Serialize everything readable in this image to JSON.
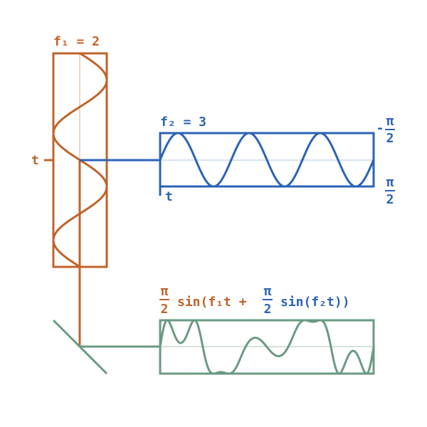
{
  "colors": {
    "oscillator1": "#c0632a",
    "oscillator2": "#2b63b5",
    "output": "#6a9a82",
    "axis_light1": "#f0d2c4",
    "axis_light2": "#d6e2f2",
    "axis_light3": "#d4e4da"
  },
  "oscillator1": {
    "label": "f₁ = 2",
    "frequency": 2,
    "time_label": "t"
  },
  "oscillator2": {
    "label": "f₂ = 3",
    "frequency": 3,
    "time_label": "t",
    "range_top": {
      "sign": "-",
      "numerator": "π",
      "denominator": "2"
    },
    "range_bottom": {
      "numerator": "π",
      "denominator": "2"
    }
  },
  "output": {
    "formula": {
      "coef1_num": "π",
      "coef1_den": "2",
      "part1": "sin(f₁t +",
      "coef2_num": "π",
      "coef2_den": "2",
      "part2": "sin(f₂t))"
    }
  }
}
